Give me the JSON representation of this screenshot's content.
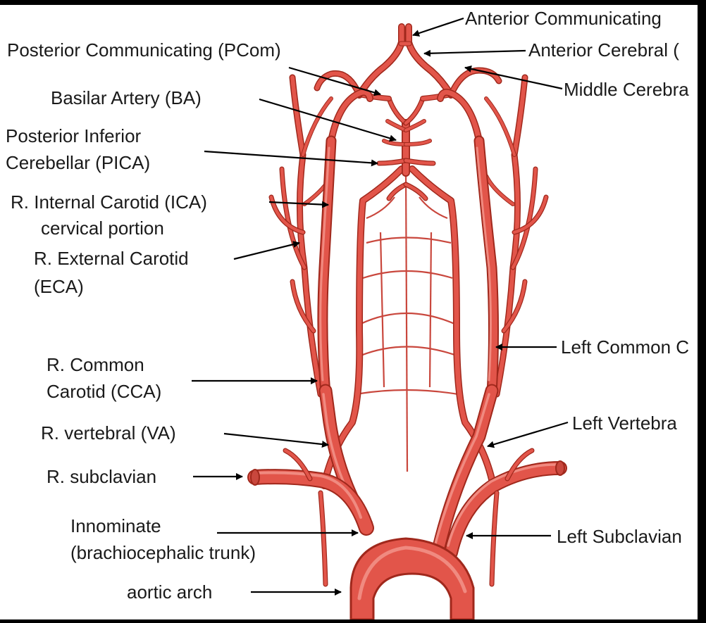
{
  "labels": {
    "anterior_communicating": "Anterior Communicating",
    "posterior_communicating": "Posterior Communicating (PCom)",
    "anterior_cerebral": "Anterior Cerebral (",
    "basilar": "Basilar Artery (BA)",
    "middle_cerebral": "Middle Cerebra",
    "pica_line1": "Posterior Inferior",
    "pica_line2": "Cerebellar (PICA)",
    "r_ica_line1": "R. Internal Carotid (ICA)",
    "r_ica_line2": "cervical portion",
    "r_eca_line1": "R. External Carotid",
    "r_eca_line2": "(ECA)",
    "left_common": "Left Common C",
    "r_cca_line1": "R. Common",
    "r_cca_line2": "Carotid (CCA)",
    "r_vertebral": "R. vertebral (VA)",
    "left_vertebral": "Left Vertebra",
    "r_subclavian": "R. subclavian",
    "innominate_line1": "Innominate",
    "innominate_line2": "(brachiocephalic trunk)",
    "left_subclavian": "Left Subclavian",
    "aortic_arch": "aortic arch"
  },
  "colors": {
    "frame": "#000000",
    "background": "#ffffff",
    "artery": "#e2554a",
    "artery_outline": "#a0281c",
    "artery_highlight": "#f08a80",
    "text": "#1a1a1a"
  }
}
